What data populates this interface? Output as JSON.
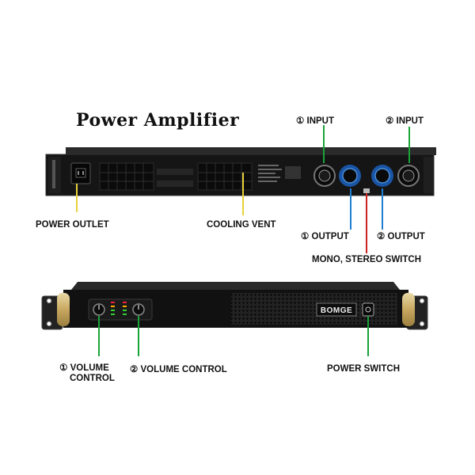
{
  "title": "Power Amplifier",
  "brand": "BOMGE",
  "colors": {
    "green": "#1aa33a",
    "blue": "#1e7fd0",
    "red": "#cc2222",
    "yellow": "#e7d23a",
    "panel": "#141414",
    "gold": "#cdb37a"
  },
  "rear_labels": {
    "input_1": "① INPUT",
    "input_2": "② INPUT",
    "output_1": "① OUTPUT",
    "output_2": "② OUTPUT",
    "mono_stereo_switch": "MONO, STEREO SWITCH",
    "power_outlet": "POWER OUTLET",
    "cooling_vent": "COOLING VENT"
  },
  "front_labels": {
    "volume_1_line1": "①  VOLUME",
    "volume_1_line2": "CONTROL",
    "volume_2": "② VOLUME CONTROL",
    "power_switch": "POWER SWITCH"
  }
}
